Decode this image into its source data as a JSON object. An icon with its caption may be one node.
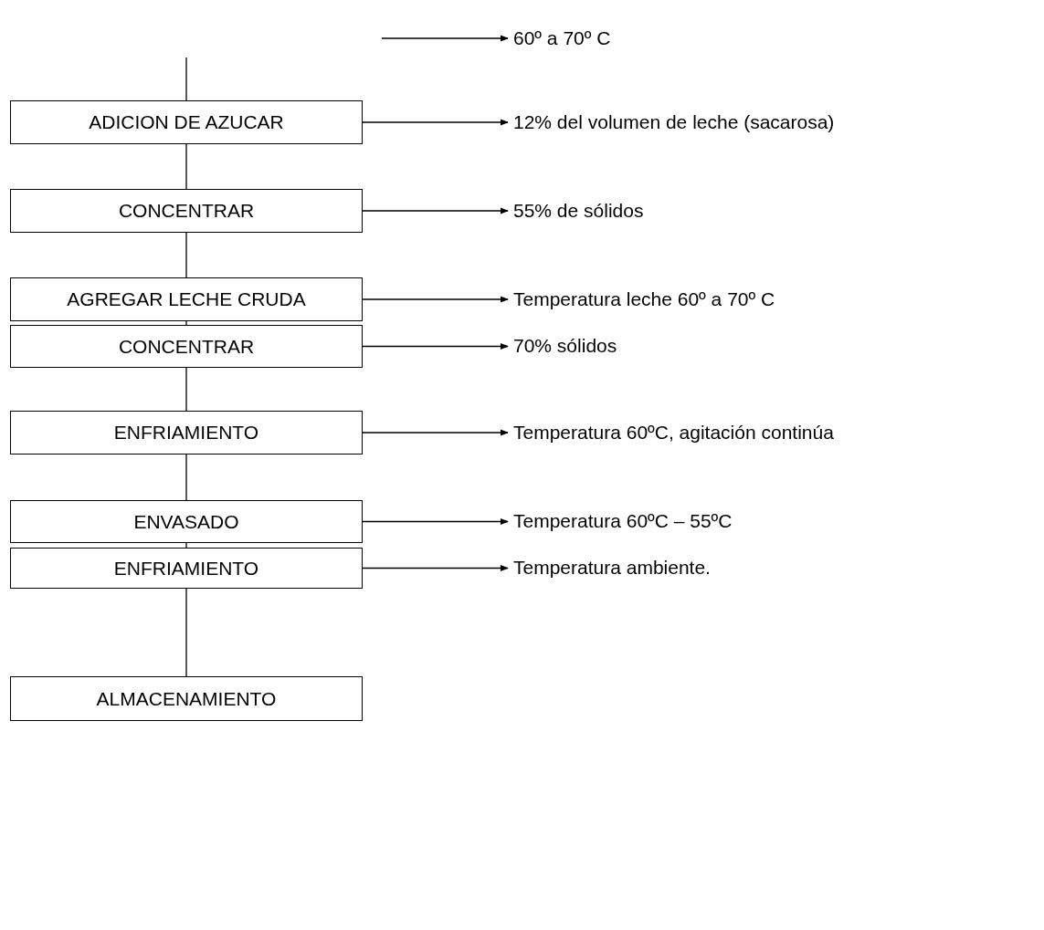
{
  "diagram": {
    "nodes": [
      {
        "text": [
          "60º a 70º C"
        ]
      },
      {
        "text": [
          "ADICION DE AZUCAR"
        ]
      },
      {
        "text": [
          "12% del volumen de leche (sacarosa)"
        ]
      },
      {
        "text": [
          "CONCENTRAR"
        ]
      },
      {
        "text": [
          "55% de sólidos"
        ]
      },
      {
        "text": [
          "AGREGAR LECHE CRUDA"
        ]
      },
      {
        "text": [
          "Temperatura leche 60º a 70º C"
        ]
      },
      {
        "text": [
          "CONCENTRAR"
        ]
      },
      {
        "text": [
          "70% sólidos"
        ]
      },
      {
        "text": [
          "ENFRIAMIENTO"
        ]
      },
      {
        "text": [
          "Temperatura 60ºC, agitación continúa"
        ]
      },
      {
        "text": [
          "ENVASADO"
        ]
      },
      {
        "text": [
          "Temperatura 60ºC – 55ºC"
        ]
      },
      {
        "text": [
          "ENFRIAMIENTO"
        ]
      },
      {
        "text": [
          "Temperatura ambiente."
        ]
      },
      {
        "text": [
          "ALMACENAMIENTO"
        ]
      }
    ],
    "edges": [
      {
        "from": null,
        "to": 0,
        "arrow": "to"
      },
      {
        "from": null,
        "to": 1,
        "arrow": "none"
      },
      {
        "from": 1,
        "to": 2,
        "arrow": "to"
      },
      {
        "from": 1,
        "to": 3,
        "arrow": "none"
      },
      {
        "from": 3,
        "to": 4,
        "arrow": "to"
      },
      {
        "from": 3,
        "to": 5,
        "arrow": "none"
      },
      {
        "from": 5,
        "to": 6,
        "arrow": "to"
      },
      {
        "from": 5,
        "to": 7,
        "arrow": "none"
      },
      {
        "from": 7,
        "to": 8,
        "arrow": "to"
      },
      {
        "from": 7,
        "to": 9,
        "arrow": "none"
      },
      {
        "from": 9,
        "to": 10,
        "arrow": "to"
      },
      {
        "from": 9,
        "to": 11,
        "arrow": "none"
      },
      {
        "from": 11,
        "to": 12,
        "arrow": "to"
      },
      {
        "from": 11,
        "to": 13,
        "arrow": "none"
      },
      {
        "from": 13,
        "to": 14,
        "arrow": "to"
      },
      {
        "from": 13,
        "to": 15,
        "arrow": "none"
      }
    ]
  }
}
